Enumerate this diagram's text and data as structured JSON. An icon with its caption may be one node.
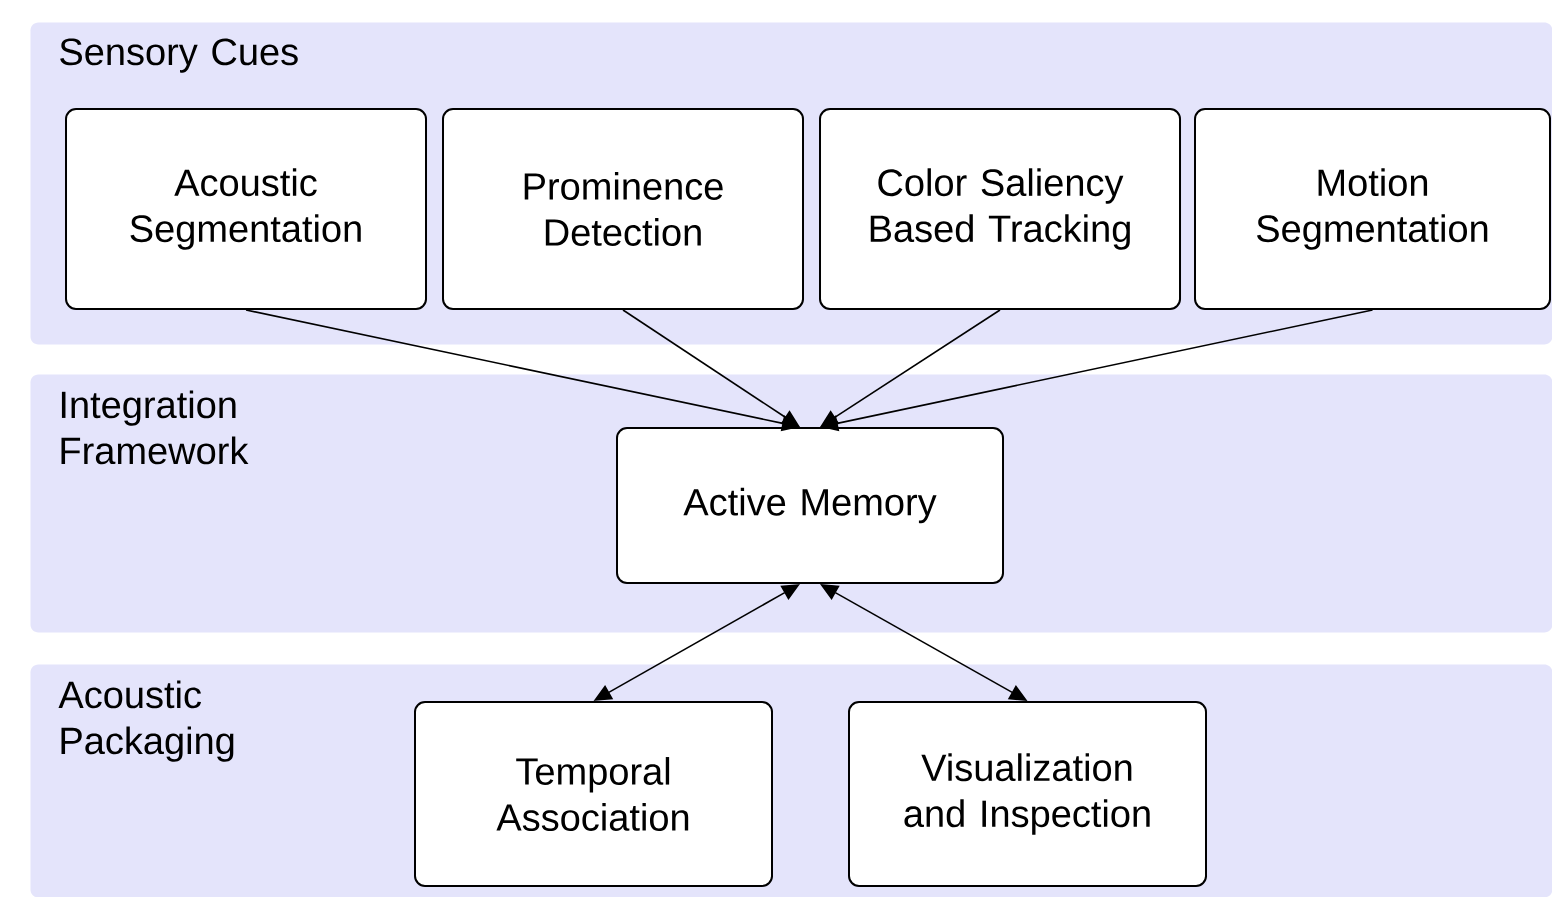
{
  "diagram": {
    "nodes": [
      {
        "text": [
          "Sensory Cues"
        ]
      },
      {
        "text": [
          "Acoustic Segmentation"
        ],
        "in": 0
      },
      {
        "text": [
          "Prominence Detection"
        ],
        "in": 0
      },
      {
        "text": [
          "Color Saliency Based Tracking"
        ],
        "in": 0
      },
      {
        "text": [
          "Motion Segmentation"
        ],
        "in": 0
      },
      {
        "text": [
          "Integration Framework"
        ]
      },
      {
        "text": [
          "Active Memory"
        ],
        "in": 5
      },
      {
        "text": [
          "Acoustic Packaging"
        ]
      },
      {
        "text": [
          "Temporal Association"
        ],
        "in": 7
      },
      {
        "text": [
          "Visualization and Inspection"
        ],
        "in": 7
      }
    ],
    "edges": [
      {
        "from": 1,
        "to": 6,
        "arrow": "to"
      },
      {
        "from": 2,
        "to": 6,
        "arrow": "to"
      },
      {
        "from": 3,
        "to": 6,
        "arrow": "to"
      },
      {
        "from": 4,
        "to": 6,
        "arrow": "to"
      },
      {
        "from": 6,
        "to": 8,
        "arrow": "both"
      },
      {
        "from": 6,
        "to": 9,
        "arrow": "both"
      }
    ]
  }
}
